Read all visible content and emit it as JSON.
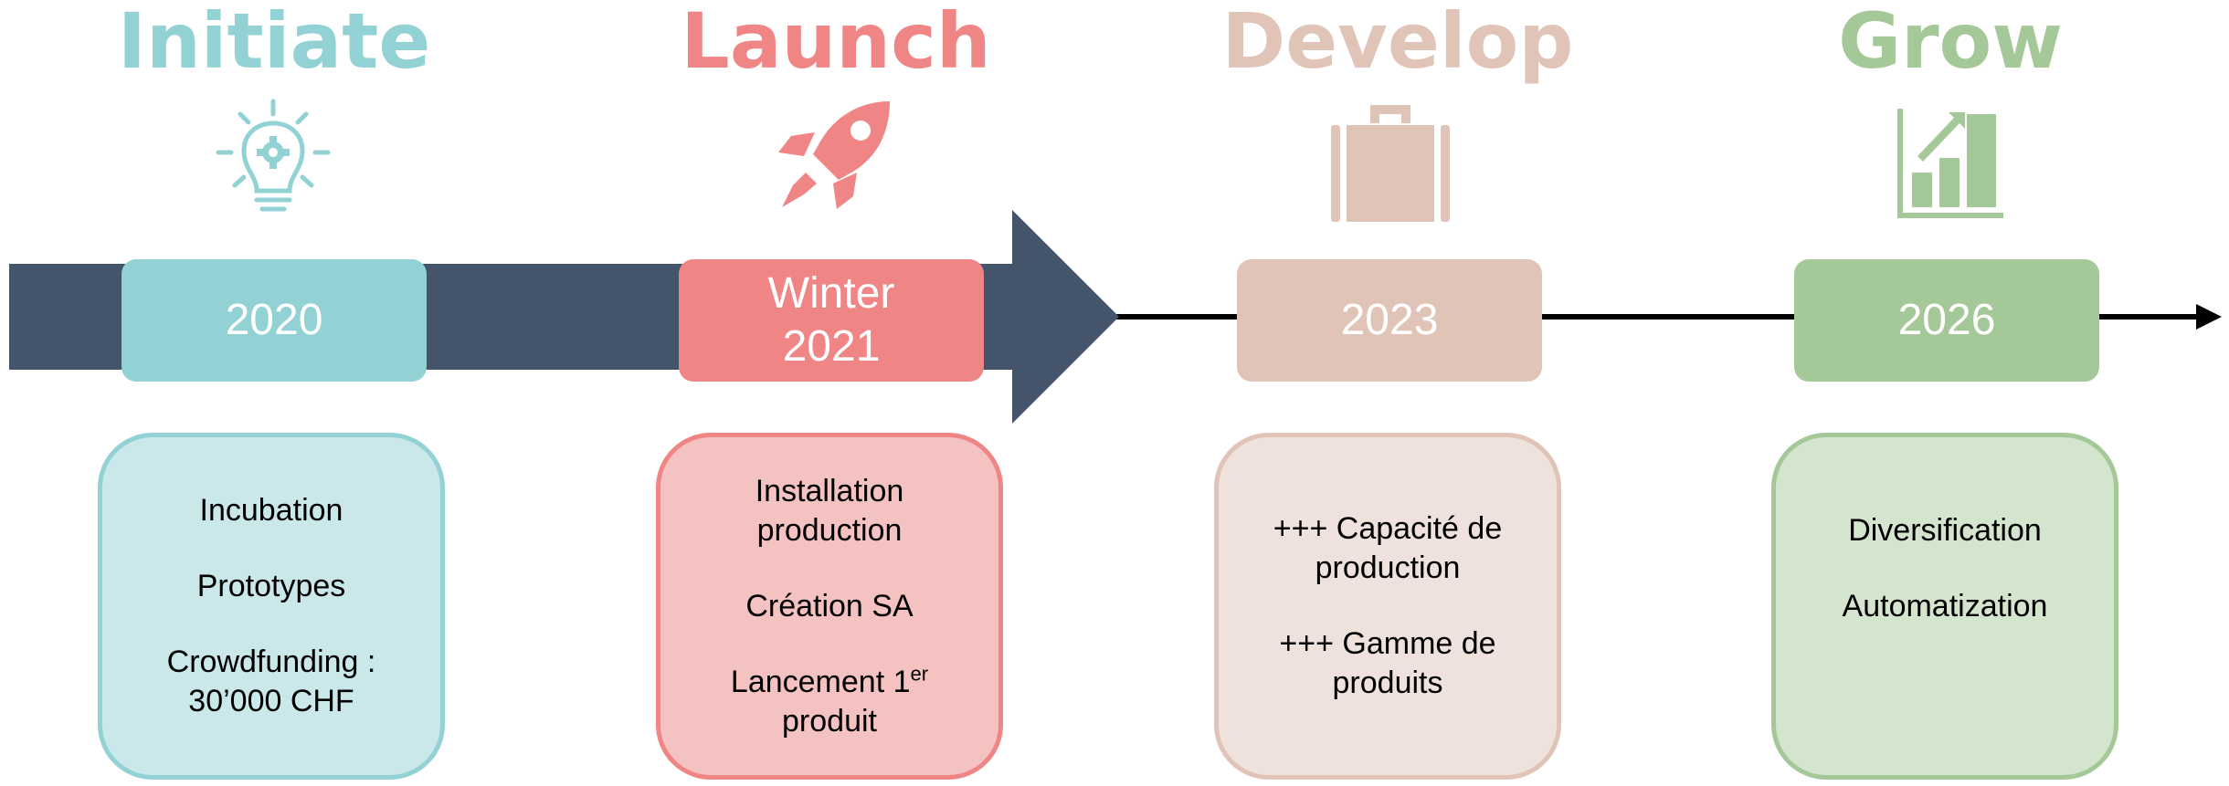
{
  "colors": {
    "initiate": "#93d2d4",
    "initiate_light": "#cae8ea",
    "launch": "#f08585",
    "launch_light": "#f5c2c2",
    "develop": "#e0c4b7",
    "develop_light": "#efe2dc",
    "grow": "#a4c897",
    "grow_light": "#d3e5cd",
    "arrow": "#44546a",
    "line": "#000000"
  },
  "phases": [
    {
      "title": "Initiate",
      "icon": "lightbulb-gear-icon",
      "date": "2020",
      "items": [
        "Incubation",
        "Prototypes",
        "Crowdfunding : 30’000 CHF"
      ]
    },
    {
      "title": "Launch",
      "icon": "rocket-icon",
      "date_line1": "Winter",
      "date_line2": "2021",
      "items": [
        "Installation production",
        "Création SA"
      ],
      "item3_text": "Lancement 1",
      "item3_sup": "er",
      "item3_tail": "produit"
    },
    {
      "title": "Develop",
      "icon": "briefcase-icon",
      "date": "2023",
      "items": [
        "+++ Capacité de production",
        "+++ Gamme de produits"
      ]
    },
    {
      "title": "Grow",
      "icon": "growth-chart-icon",
      "date": "2026",
      "items": [
        "Diversification",
        "Automatization"
      ]
    }
  ]
}
